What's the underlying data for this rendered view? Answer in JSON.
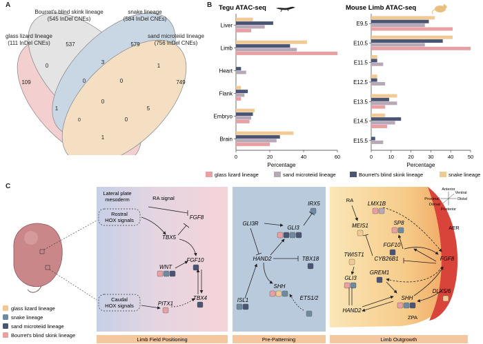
{
  "panels": {
    "a": "A",
    "b": "B",
    "c": "C"
  },
  "colors": {
    "glass_lizard": "#e8a0a3",
    "snake": "#a9bfd6",
    "sand_microteiid": "#b7a8b8",
    "bourret": "#4a5573",
    "skink_venn": "#cfcfcf",
    "snake_venn": "#9db7cf",
    "sand_venn": "#ecc592",
    "glass_venn": "#eaa8a8"
  },
  "venn": {
    "sets": [
      {
        "name": "glass lizard lineage",
        "count": "(111 InDel CNEs)"
      },
      {
        "name": "Bourret's blind skink lineage",
        "count": "(545 InDel CNEs)"
      },
      {
        "name": "snake lineage",
        "count": "(584 InDel CNEs)"
      },
      {
        "name": "sand microteiid lineage",
        "count": "(756 InDel CNEs)"
      }
    ],
    "regions": {
      "glass_only": "109",
      "skink_only": "537",
      "snake_only": "579",
      "sand_only": "749",
      "glass_skink": "0",
      "skink_snake": "3",
      "snake_sand": "1",
      "glass_sand": "1",
      "glass_snake": "1",
      "skink_sand": "5",
      "glass_skink_snake": "0",
      "skink_snake_sand": "0",
      "glass_skink_sand": "0",
      "glass_snake_sand": "0",
      "all_four": "0"
    }
  },
  "chart_data": [
    {
      "type": "bar",
      "orientation": "horizontal",
      "title": "Tegu ATAC-seq",
      "categories": [
        "Liver",
        "Limb",
        "Heart",
        "Flank",
        "Embryo",
        "Brain"
      ],
      "series": [
        {
          "name": "snake lineage",
          "values": [
            10,
            42,
            0,
            3,
            11,
            34
          ]
        },
        {
          "name": "Bourret's blind skink lineage",
          "values": [
            22,
            32,
            3,
            7,
            10,
            26
          ]
        },
        {
          "name": "sand microteiid lineage",
          "values": [
            17,
            36,
            6,
            5,
            9,
            24
          ]
        },
        {
          "name": "glass lizard lineage",
          "values": [
            9,
            60,
            0,
            3,
            8,
            20
          ]
        }
      ],
      "xlabel": "Percentage",
      "xlim": [
        0,
        60
      ],
      "xticks": [
        "0",
        "20",
        "40",
        "60"
      ]
    },
    {
      "type": "bar",
      "orientation": "horizontal",
      "title": "Mouse Limb ATAC-seq",
      "categories": [
        "E9.5",
        "E10.5",
        "E11.5",
        "E12.5",
        "E13.5",
        "E14.5",
        "E15.5"
      ],
      "series": [
        {
          "name": "snake lineage",
          "values": [
            32,
            41,
            3,
            3,
            13,
            7,
            0
          ]
        },
        {
          "name": "Bourret's blind skink lineage",
          "values": [
            29,
            36,
            3,
            3,
            9,
            15,
            2
          ]
        },
        {
          "name": "sand microteiid lineage",
          "values": [
            27,
            27,
            6,
            7,
            13,
            12,
            6
          ]
        },
        {
          "name": "glass lizard lineage",
          "values": [
            41,
            50,
            0,
            0,
            7,
            8,
            0
          ]
        }
      ],
      "xlabel": "Percentage",
      "xlim": [
        0,
        50
      ],
      "xticks": [
        "0",
        "10",
        "20",
        "30",
        "40",
        "50"
      ]
    }
  ],
  "legend_b": [
    "glass lizard lineage",
    "sand microteiid lineage",
    "Bourret's blind skink lineage",
    "snake lineage"
  ],
  "legend_c": [
    "glass lizard lineage",
    "snake lineage",
    "sand microteiid lineage",
    "Bourret's blind skink lineage"
  ],
  "pathway": {
    "lateral": "Lateral plate",
    "mesoderm": "mesoderm",
    "rostral1": "Rostral",
    "rostral2": "HOX signals",
    "caudal1": "Caudal",
    "caudal2": "HOX signals",
    "ra_signal": "RA signal",
    "ra": "RA",
    "genes": {
      "fgf8": "FGF8",
      "tbx5": "TBX5",
      "fgf10": "FGF10",
      "wnt": "WNT",
      "tbx4": "TBX4",
      "pitx1": "PITX1",
      "irx5": "IRX5",
      "gli3r": "GLI3R",
      "gli3": "GLI3",
      "hand2": "HAND2",
      "tbx18": "TBX18",
      "shh": "SHH",
      "isl1": "ISL1",
      "ets12": "ETS1/2",
      "lmx1b": "LMX1B",
      "meis1": "MEIS1",
      "sp8": "SP8",
      "fgf10b": "FGF10",
      "cyp": "CYB26B1",
      "fgf8b": "FGF8",
      "twist1": "TWIST1",
      "gli3b": "GLI3",
      "grem1": "GREM1",
      "dlx56": "DLX5/6",
      "shhb": "SHH",
      "hand2b": "HAND2"
    },
    "aer": "AER",
    "zpa": "ZPA",
    "axes": {
      "anterior": "Anterior",
      "posterior": "Posterior",
      "proximal": "Proximal",
      "distal": "Distal",
      "dorsal": "Dorsal",
      "ventral": "Ventral"
    },
    "stages": [
      "Limb Field Positioning",
      "Pre-Patterning",
      "Limb Outgrowth"
    ]
  }
}
